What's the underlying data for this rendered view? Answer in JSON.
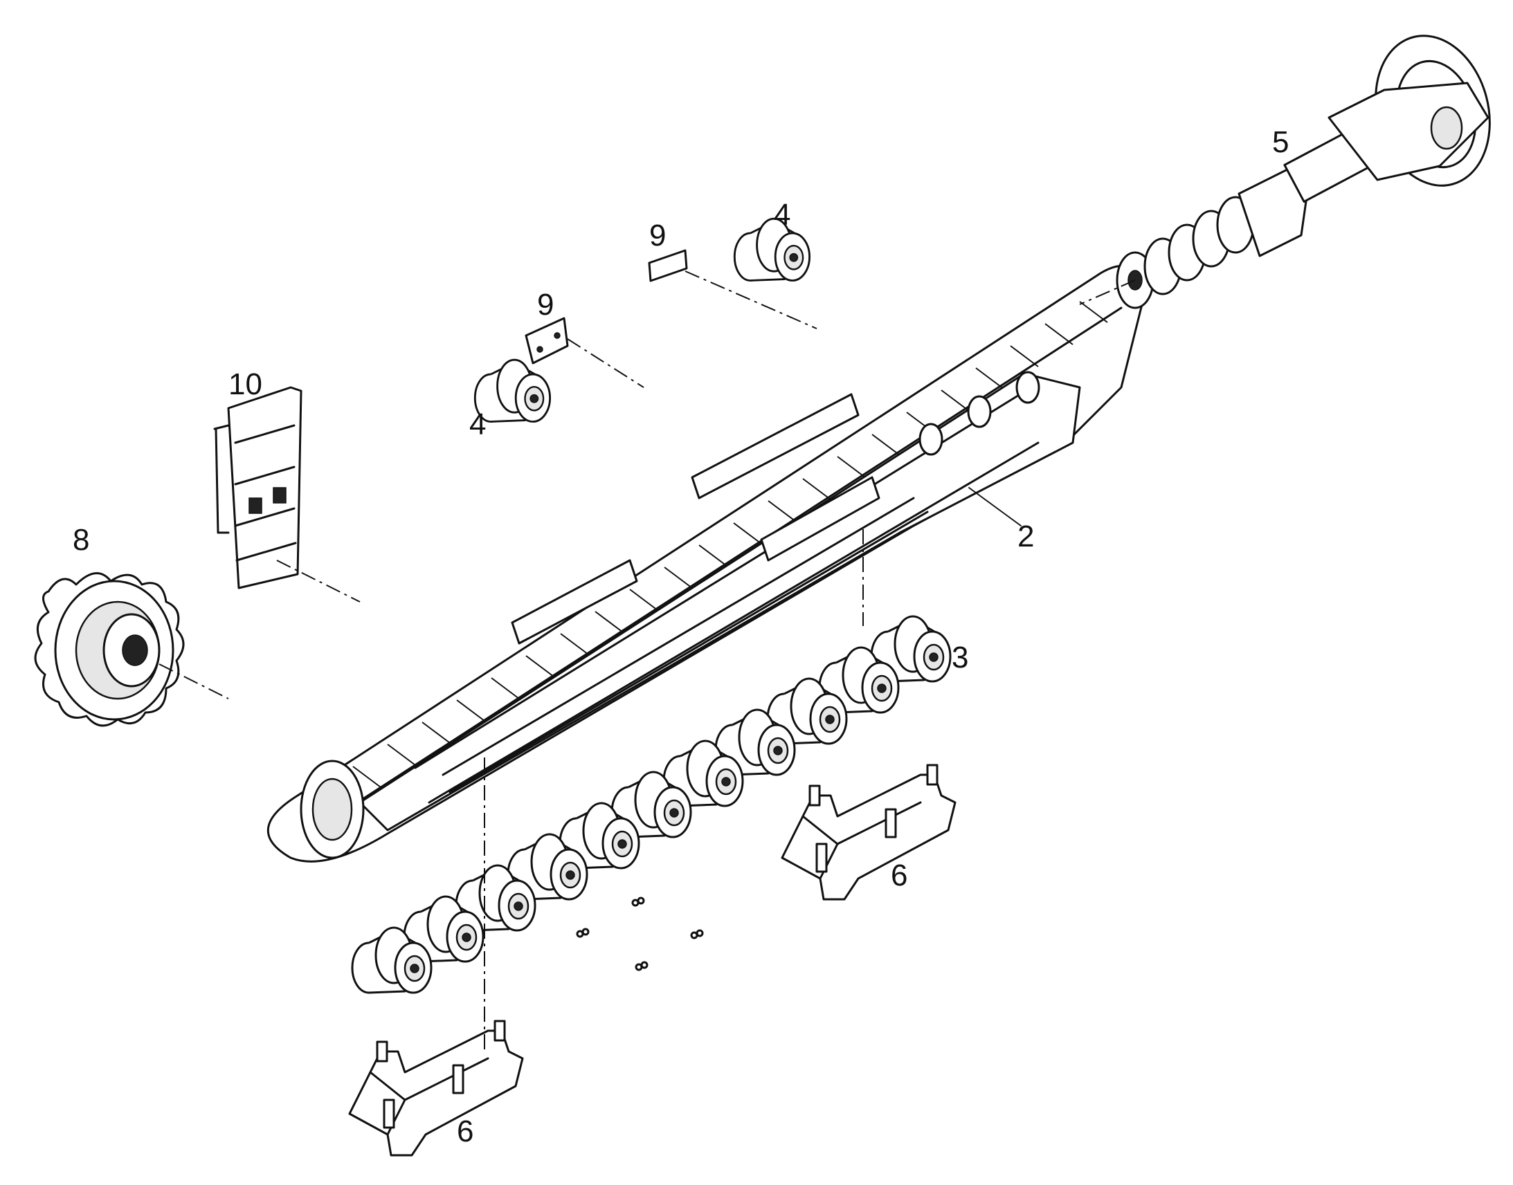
{
  "callouts": [
    {
      "id": "track-frame",
      "label": "2"
    },
    {
      "id": "track-roller",
      "label": "3"
    },
    {
      "id": "carrier-roller-upper",
      "label": "4"
    },
    {
      "id": "carrier-roller-lower",
      "label": "4"
    },
    {
      "id": "idler-recoil-assembly",
      "label": "5"
    },
    {
      "id": "track-guard-right",
      "label": "6"
    },
    {
      "id": "track-guard-left",
      "label": "6"
    },
    {
      "id": "drive-sprocket",
      "label": "8"
    },
    {
      "id": "plate-upper",
      "label": "9"
    },
    {
      "id": "plate-lower",
      "label": "9"
    },
    {
      "id": "ladder-step",
      "label": "10"
    }
  ]
}
